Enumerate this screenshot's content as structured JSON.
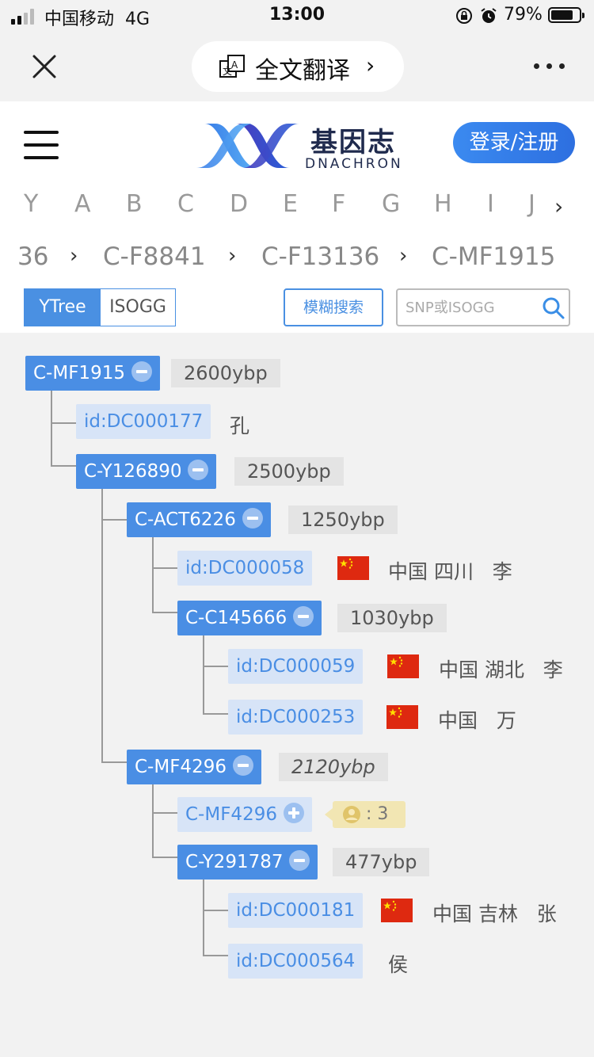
{
  "status_bar": {
    "carrier": "中国移动",
    "network": "4G",
    "time": "13:00",
    "battery": "79%"
  },
  "browser": {
    "translate_label": "全文翻译",
    "close_icon": "close-icon",
    "more_icon": "more-icon"
  },
  "site": {
    "logo_cn": "基因志",
    "logo_en": "DNACHRON",
    "login_label": "登录/注册"
  },
  "letters": [
    "Y",
    "A",
    "B",
    "C",
    "D",
    "E",
    "F",
    "G",
    "H",
    "I",
    "J"
  ],
  "breadcrumb": [
    "36",
    "C-F8841",
    "C-F13136",
    "C-MF1915"
  ],
  "tabs": {
    "ytree": "YTree",
    "isogg": "ISOGG"
  },
  "search": {
    "fuzzy_label": "模糊搜索",
    "placeholder": "SNP或ISOGG"
  },
  "colors": {
    "accent": "#4a8ee4",
    "sample_bg": "#d7e4f7",
    "age_bg": "#e4e4e4",
    "badge_bg": "#f2e6b3"
  },
  "tree": {
    "n1": {
      "label": "C-MF1915",
      "age": "2600ybp"
    },
    "s1": {
      "label": "id:DC000177",
      "info": "孔"
    },
    "n2": {
      "label": "C-Y126890",
      "age": "2500ybp"
    },
    "n3": {
      "label": "C-ACT6226",
      "age": "1250ybp"
    },
    "s2": {
      "label": "id:DC000058",
      "info": "中国 四川   李"
    },
    "n4": {
      "label": "C-C145666",
      "age": "1030ybp"
    },
    "s3": {
      "label": "id:DC000059",
      "info": "中国 湖北   李"
    },
    "s4": {
      "label": "id:DC000253",
      "info": "中国   万"
    },
    "n5": {
      "label": "C-MF4296",
      "age": "2120ybp"
    },
    "n6": {
      "label": "C-MF4296",
      "count": ": 3"
    },
    "n7": {
      "label": "C-Y291787",
      "age": "477ybp"
    },
    "s5": {
      "label": "id:DC000181",
      "info": "中国 吉林   张"
    },
    "s6": {
      "label": "id:DC000564",
      "info": "侯"
    }
  }
}
